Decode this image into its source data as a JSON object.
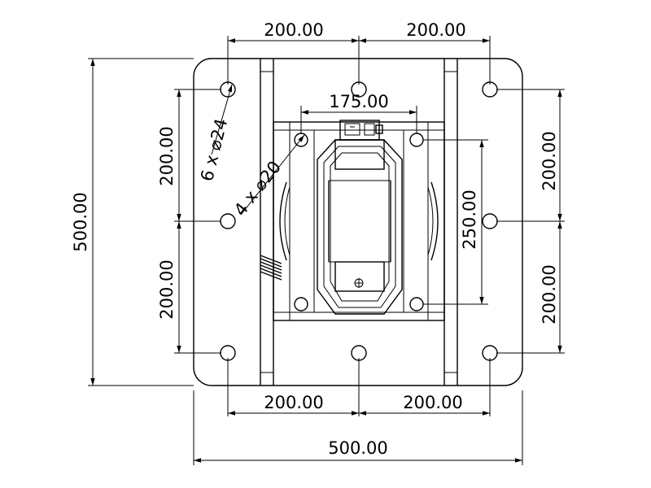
{
  "dimensions": {
    "top_left_spacing": "200.00",
    "top_right_spacing": "200.00",
    "bottom_left_spacing": "200.00",
    "bottom_right_spacing": "200.00",
    "overall_width": "500.00",
    "overall_height": "500.00",
    "left_upper_spacing": "200.00",
    "left_lower_spacing": "200.00",
    "right_upper_spacing": "200.00",
    "right_lower_spacing": "200.00",
    "inner_width": "175.00",
    "inner_height": "250.00"
  },
  "callouts": {
    "outer_holes": "6 x ⌀24",
    "inner_holes": "4 x ⌀20"
  }
}
